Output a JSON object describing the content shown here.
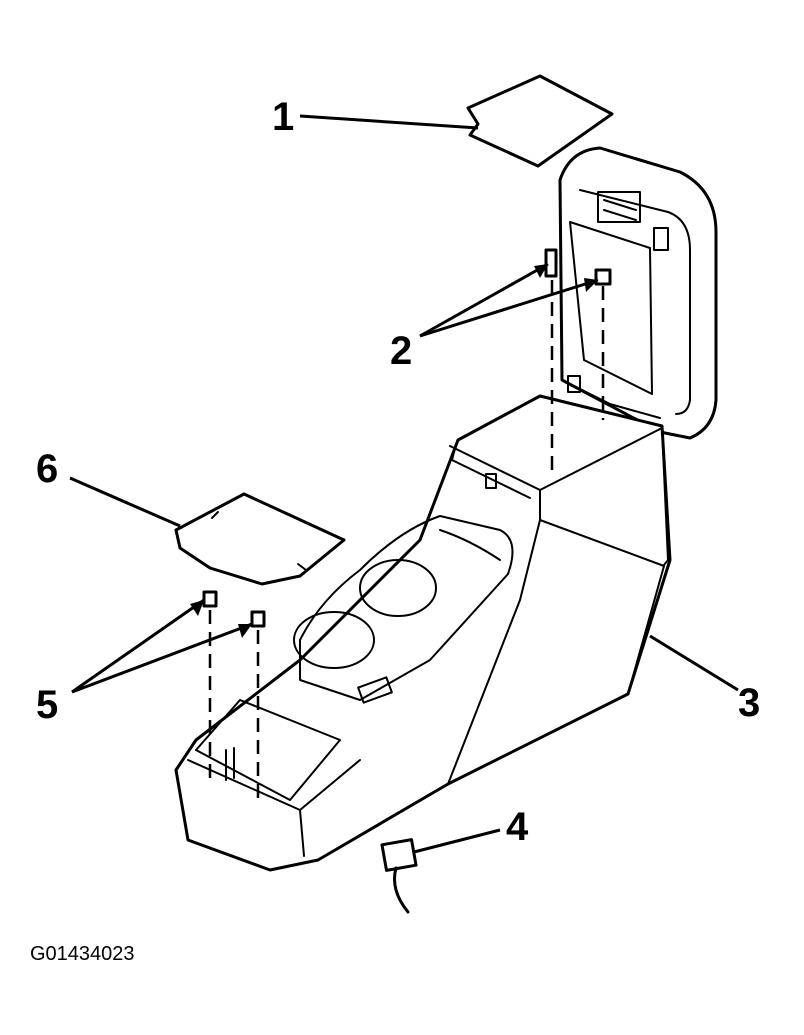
{
  "callouts": {
    "c1": "1",
    "c2": "2",
    "c3": "3",
    "c4": "4",
    "c5": "5",
    "c6": "6"
  },
  "figure_id": "G01434023"
}
